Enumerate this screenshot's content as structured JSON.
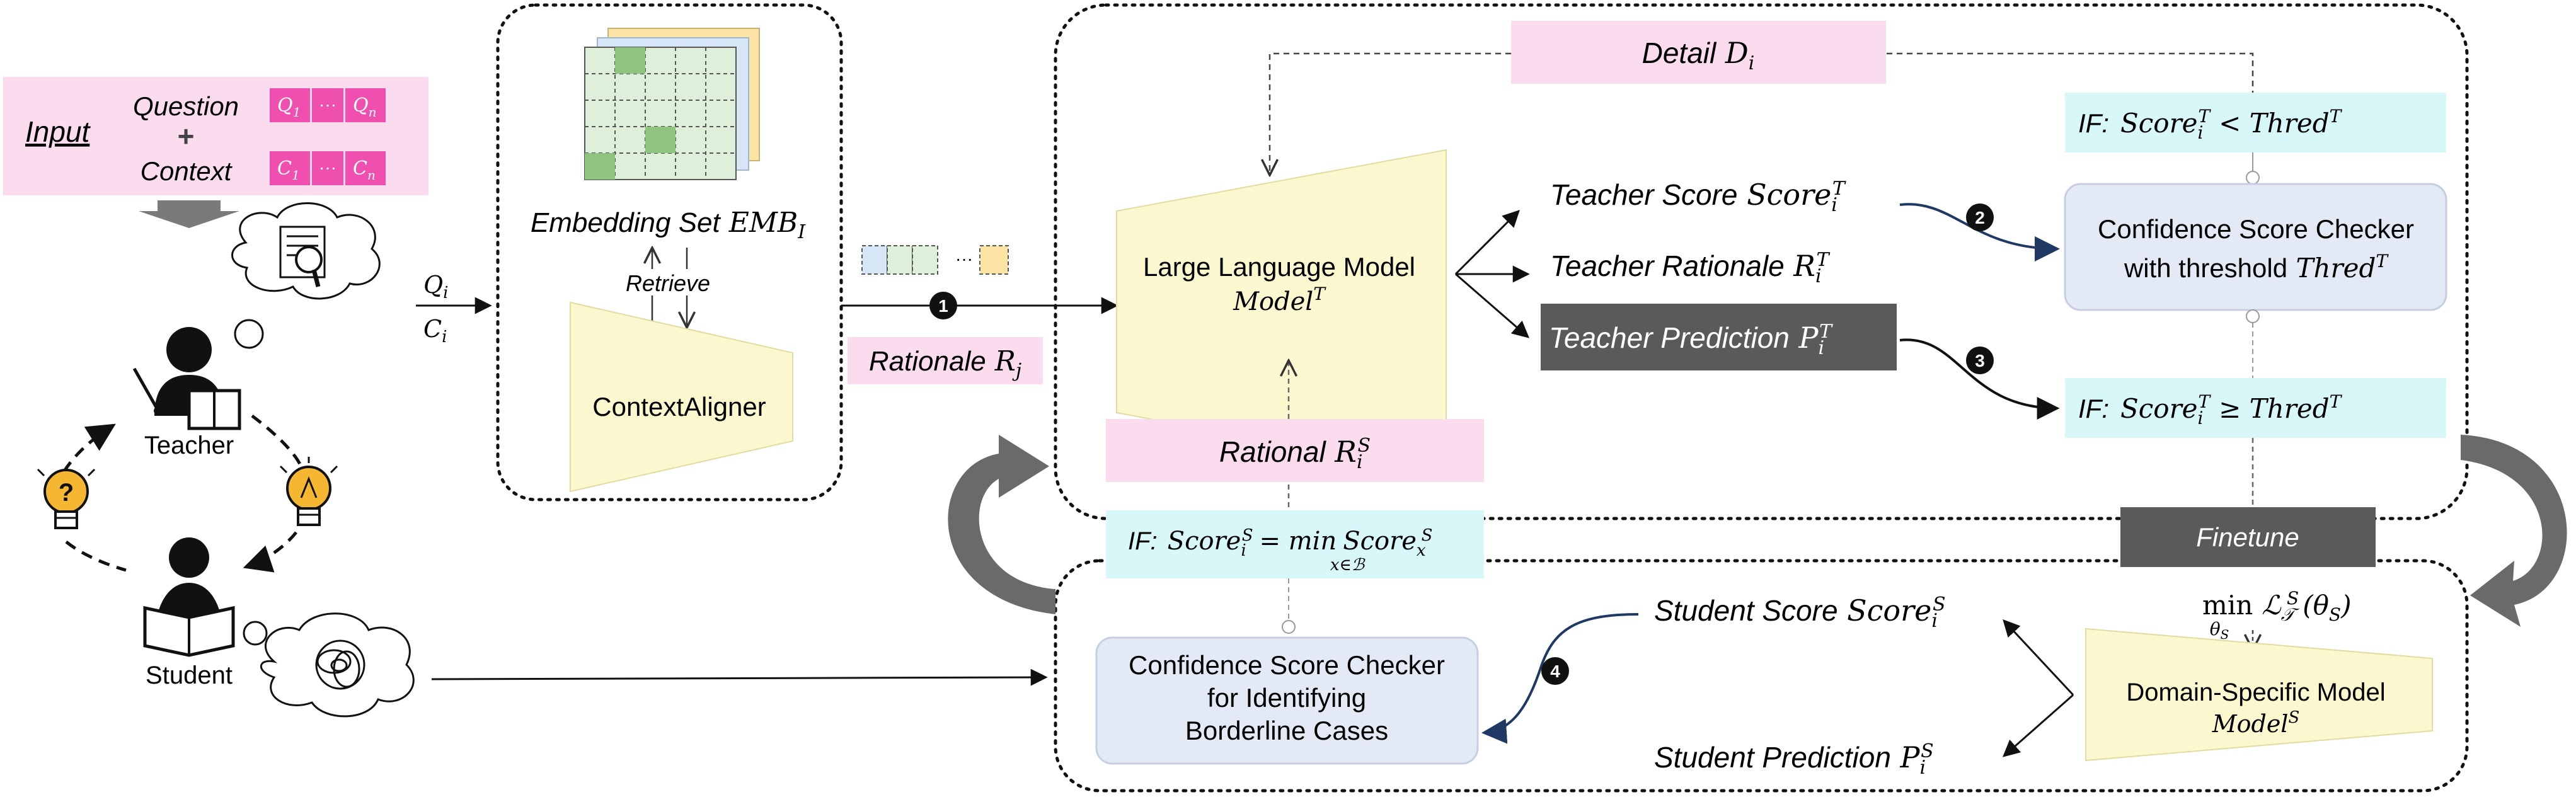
{
  "input": {
    "label": "Input",
    "question": "Question",
    "plus": "+",
    "context": "Context",
    "q_first": "Q",
    "q_first_sub": "1",
    "q_dots": "···",
    "q_last": "Q",
    "q_last_sub": "n",
    "c_first": "C",
    "c_first_sub": "1",
    "c_dots": "···",
    "c_last": "C",
    "c_last_sub": "n"
  },
  "actors": {
    "teacher": "Teacher",
    "student": "Student"
  },
  "qc_label": {
    "q": "Q",
    "q_sub": "i",
    "c": "C",
    "c_sub": "i"
  },
  "context_aligner": {
    "embedding_label": "Embedding Set",
    "embedding_symbol": "EMB",
    "embedding_sub": "I",
    "retrieve": "Retrieve",
    "aligner": "ContextAligner"
  },
  "rationale_tag": {
    "text": "Rationale",
    "symbol": "R",
    "sub": "j"
  },
  "llm": {
    "title": "Large Language Model",
    "symbol": "Model",
    "sup": "T"
  },
  "detail_tag": {
    "text": "Detail",
    "symbol": "D",
    "sub": "i"
  },
  "teacher_outputs": {
    "score_text": "Teacher Score",
    "score_symbol": "Score",
    "score_sub": "i",
    "score_sup": "T",
    "rationale_text": "Teacher Rationale",
    "rationale_symbol": "R",
    "rationale_sub": "i",
    "rationale_sup": "T",
    "prediction_text": "Teacher Prediction",
    "prediction_symbol": "P",
    "prediction_sub": "i",
    "prediction_sup": "T"
  },
  "conditions": {
    "if": "IF:",
    "low_expr": "< Thred",
    "high_expr": "≥ Thred",
    "t": "T",
    "score": "Score",
    "i": "i",
    "s": "S",
    "min_eq": "= min",
    "min_under": "x∈ℬ",
    "x": "x"
  },
  "checker_teacher": {
    "line1": "Confidence Score Checker",
    "line2": "with threshold",
    "symbol": "Thred",
    "sup": "T"
  },
  "steps": [
    "1",
    "2",
    "3",
    "4"
  ],
  "rational_tag": {
    "text": "Rational",
    "symbol": "R",
    "sub": "i",
    "sup": "S"
  },
  "finetune": {
    "label": "Finetune",
    "min": "min",
    "min_under": "θ",
    "min_under_sub": "S",
    "loss": "ℒ",
    "loss_sub": "𝒯",
    "loss_sup": "S",
    "loss_arg": "(θ",
    "loss_arg_sub": "S",
    "close": ")"
  },
  "checker_student": {
    "line1": "Confidence Score Checker",
    "line2": "for Identifying",
    "line3": "Borderline Cases"
  },
  "student_outputs": {
    "score_text": "Student Score",
    "score_symbol": "Score",
    "score_sub": "i",
    "score_sup": "S",
    "prediction_text": "Student Prediction",
    "prediction_symbol": "P",
    "prediction_sub": "i",
    "prediction_sup": "S"
  },
  "dsm": {
    "line1": "Domain-Specific Model",
    "symbol": "Model",
    "sup": "S"
  },
  "colors": {
    "pink": "#fbdcef",
    "magenta": "#ef4fae",
    "cyan": "#d7f7f9",
    "yellow": "#fbf8cf",
    "checker": "#e4eaf5",
    "dark": "#5a5a5a",
    "navy": "#1f3864",
    "arrow_gray": "#5f5f5f"
  }
}
